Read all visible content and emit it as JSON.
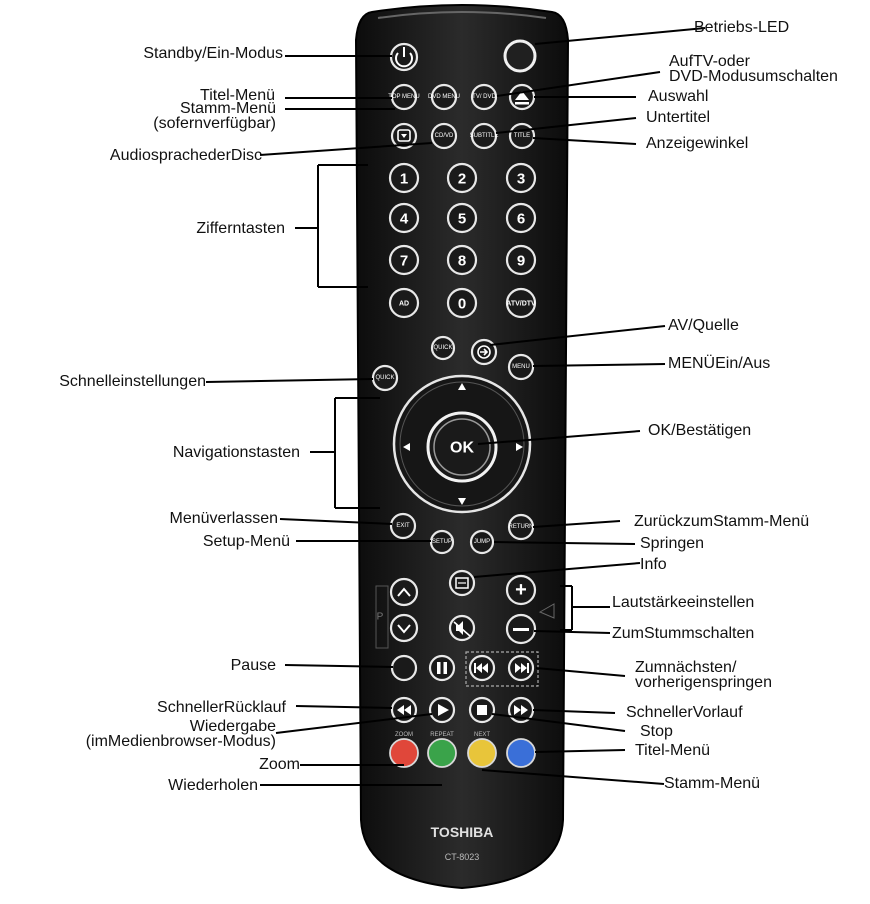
{
  "remote": {
    "brand": "TOSHIBA",
    "model": "CT-8023",
    "body_color": "#1c1c1c",
    "digits": [
      "1",
      "2",
      "3",
      "4",
      "5",
      "6",
      "7",
      "8",
      "9"
    ],
    "bottom_row": [
      "AD",
      "0",
      "ATV/DTV"
    ],
    "ok": "OK",
    "small_keys": {
      "top_menu": "TOP MENU",
      "dvd_menu": "DVD MENU",
      "tv_dvd": "TV/ DVD",
      "cd_vd": "CD/VD",
      "subtitle": "SUBTITLE",
      "title": "TITLE",
      "quick": "QUICK",
      "quick2": "QUICK",
      "menu": "MENU",
      "exit": "EXIT",
      "setup": "SETUP",
      "jump": "JUMP",
      "return": "RETURN",
      "p": "P",
      "zoom": "ZOOM",
      "repeat": "REPEAT",
      "next": "NEXT"
    },
    "color_keys": [
      "#e0473a",
      "#3aa34a",
      "#e8c53a",
      "#3a6fd8"
    ]
  },
  "labels_left": [
    {
      "text": "Standby/Ein-Modus"
    },
    {
      "text": "Titel-Menü"
    },
    {
      "text": "Stamm-Menü",
      "text2": "(sofernverfügbar)"
    },
    {
      "text": "AudiosprachederDisc"
    },
    {
      "text": "Zifferntasten"
    },
    {
      "text": "Schnelleinstellungen"
    },
    {
      "text": "Navigationstasten"
    },
    {
      "text": "Menüverlassen"
    },
    {
      "text": "Setup-Menü"
    },
    {
      "text": "Pause"
    },
    {
      "text": "SchnellerRücklauf"
    },
    {
      "text": "Wiedergabe",
      "text2": "(imMedienbrowser-Modus)"
    },
    {
      "text": "Zoom"
    },
    {
      "text": "Wiederholen"
    }
  ],
  "labels_right": [
    {
      "text": "Betriebs-LED"
    },
    {
      "text": "AufTV-oder",
      "text2": "DVD-Modusumschalten"
    },
    {
      "text": "Auswahl"
    },
    {
      "text": "Untertitel"
    },
    {
      "text": "Anzeigewinkel"
    },
    {
      "text": "AV/Quelle"
    },
    {
      "text": "MENÜEin/Aus"
    },
    {
      "text": "OK/Bestätigen"
    },
    {
      "text": "ZurückzumStamm-Menü"
    },
    {
      "text": "Springen"
    },
    {
      "text": "Info"
    },
    {
      "text": "Lautstärkeeinstellen"
    },
    {
      "text": "ZumStummschalten"
    },
    {
      "text": "Zumnächsten/",
      "text2": "vorherigenspringen"
    },
    {
      "text": "SchnellerVorlauf"
    },
    {
      "text": "Stop"
    },
    {
      "text": "Titel-Menü"
    },
    {
      "text": "Stamm-Menü"
    }
  ]
}
